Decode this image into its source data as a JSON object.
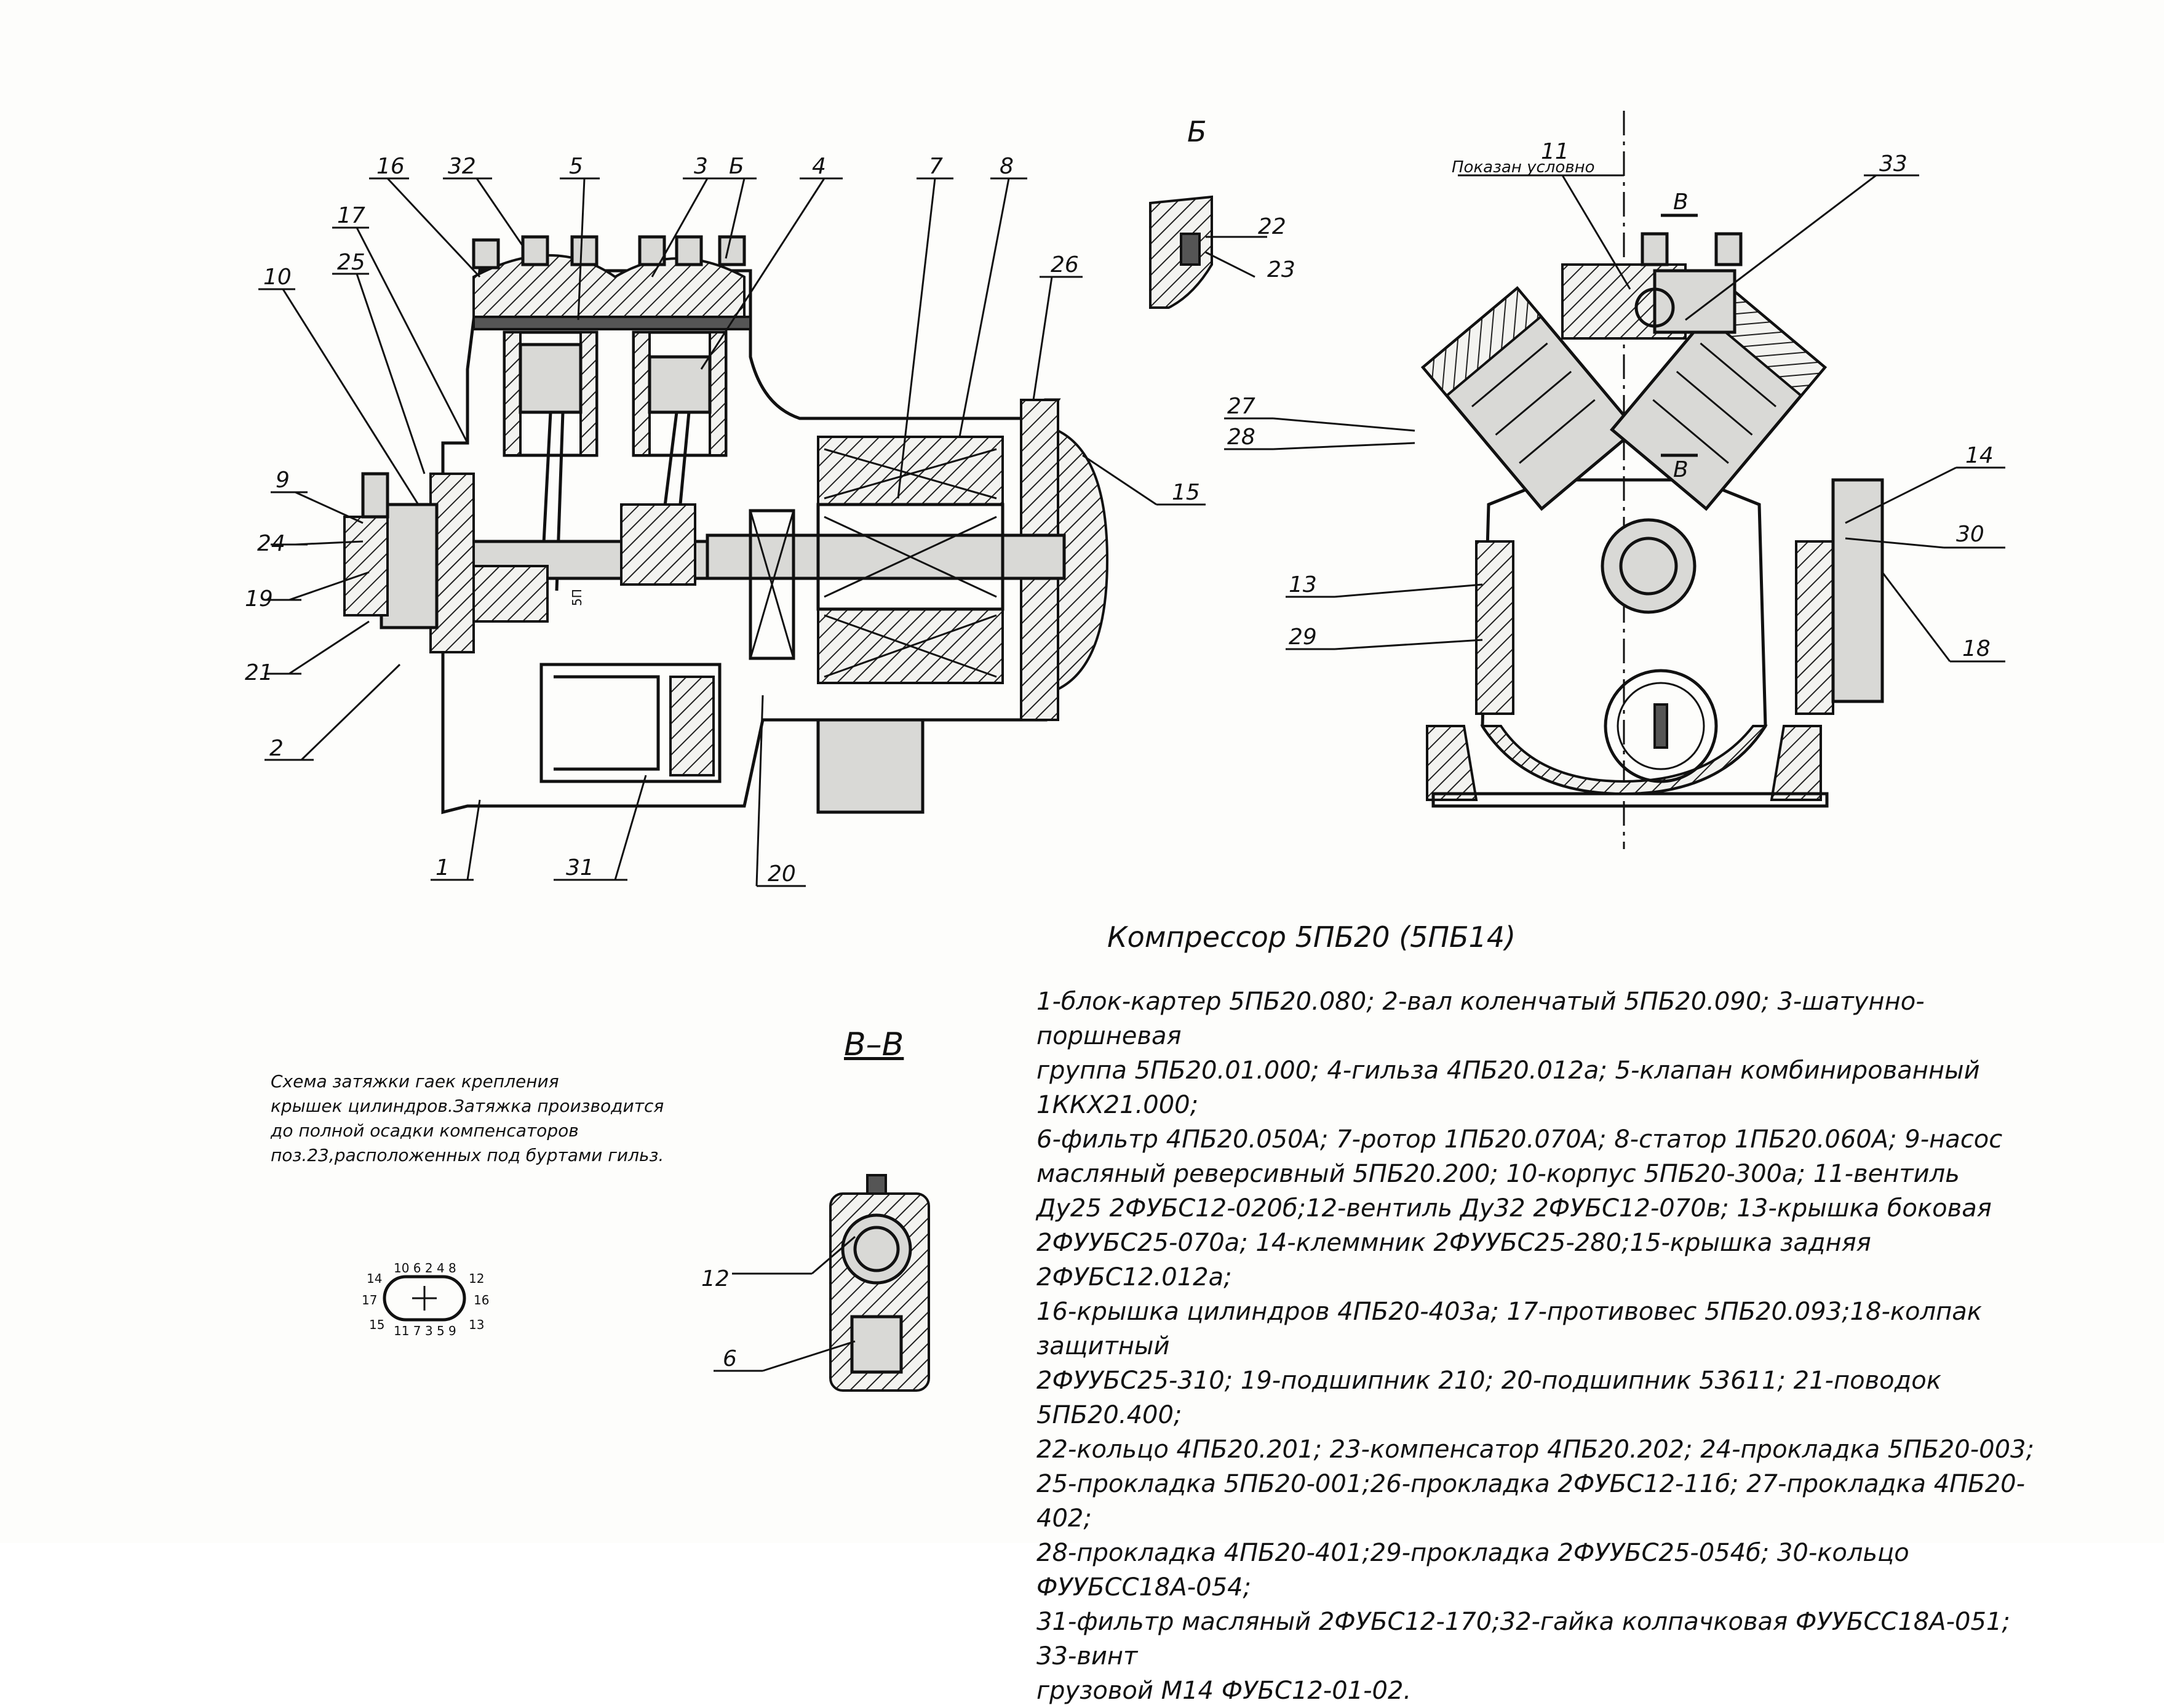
{
  "title": "Компрессор 5ПБ20 (5ПБ14)",
  "view_b_label": "Б",
  "section_label": "В–В",
  "note_lines": [
    "Схема затяжки гаек крепления",
    "крышек цилиндров.Затяжка производится",
    "до полной осадки компенсаторов",
    "поз.23,расположенных под буртами гильз."
  ],
  "shown_conventionally": "Показан условно",
  "section_marker": "В",
  "inside_label": "5П",
  "callouts_side": [
    "16",
    "32",
    "5",
    "3",
    "Б",
    "4",
    "7",
    "8",
    "17",
    "25",
    "10",
    "26",
    "9",
    "24",
    "19",
    "21",
    "2",
    "1",
    "31",
    "20",
    "15"
  ],
  "callouts_detail": [
    "22",
    "23"
  ],
  "callouts_front": [
    "11",
    "33",
    "27",
    "28",
    "14",
    "30",
    "13",
    "29",
    "18"
  ],
  "callouts_section": [
    "12",
    "6"
  ],
  "tightening_scheme": {
    "top": "10 6 2 4 8",
    "bottom": "11 7 3 5 9",
    "left_top": "14",
    "left_mid": "17",
    "left_bottom": "15",
    "right_top": "12",
    "right_mid": "16",
    "right_bottom": "13"
  },
  "legend_lines": [
    "1-блок-картер 5ПБ20.080; 2-вал коленчатый 5ПБ20.090; 3-шатунно-поршневая",
    "группа 5ПБ20.01.000; 4-гильза 4ПБ20.012а; 5-клапан комбинированный 1ККХ21.000;",
    "6-фильтр 4ПБ20.050А; 7-ротор 1ПБ20.070А; 8-статор 1ПБ20.060А; 9-насос",
    "масляный реверсивный 5ПБ20.200; 10-корпус 5ПБ20-300а; 11-вентиль",
    "Ду25 2ФУБС12-020б;12-вентиль Ду32 2ФУБС12-070в; 13-крышка боковая",
    "2ФУУБС25-070а; 14-клеммник 2ФУУБС25-280;15-крышка задняя 2ФУБС12.012а;",
    "16-крышка цилиндров 4ПБ20-403а; 17-противовес 5ПБ20.093;18-колпак защитный",
    "2ФУУБС25-310; 19-подшипник 210; 20-подшипник 53611; 21-поводок 5ПБ20.400;",
    "22-кольцо 4ПБ20.201; 23-компенсатор 4ПБ20.202; 24-прокладка 5ПБ20-003;",
    "25-прокладка 5ПБ20-001;26-прокладка 2ФУБС12-11б; 27-прокладка 4ПБ20-402;",
    "28-прокладка 4ПБ20-401;29-прокладка 2ФУУБС25-054б; 30-кольцо ФУУБСС18А-054;",
    "31-фильтр масляный 2ФУБС12-170;32-гайка колпачковая ФУУБСС18А-051; 33-винт",
    "грузовой М14 ФУБС12-01-02."
  ]
}
